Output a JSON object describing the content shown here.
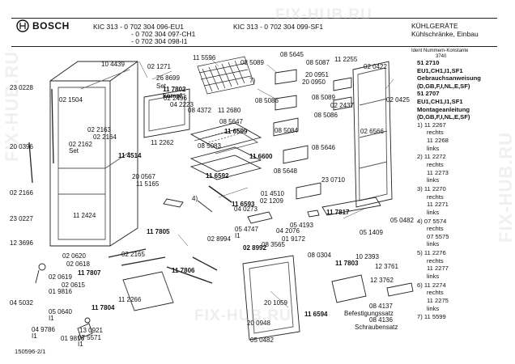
{
  "header": {
    "brand": "BOSCH",
    "model_left": "KIC 313 - 0 702 304 096-EU1",
    "model_left_2": "- 0 702 304 097-CH1",
    "model_left_3": "- 0 702 304 098-I1",
    "model_right": "KIC 313 - 0 702 304 099-SF1",
    "category": "KÜHLGERÄTE",
    "subcategory": "Kühlschränke, Einbau",
    "ident_label": "Ident Nummern-Konstante",
    "ident_value": "3740"
  },
  "watermark": "FIX-HUB.RU",
  "footer_code": "150596-2/1",
  "parts": [
    {
      "id": "p1",
      "text": "10 4439"
    },
    {
      "id": "p2",
      "text": "02 1271"
    },
    {
      "id": "p3",
      "text": "26 8699"
    },
    {
      "id": "p4",
      "text": "Set"
    },
    {
      "id": "p5",
      "text": "11 7802"
    },
    {
      "id": "p6",
      "text": "kompl."
    },
    {
      "id": "p7",
      "text": "23 0228"
    },
    {
      "id": "p8",
      "text": "02 1504"
    },
    {
      "id": "p9",
      "text": "02 2496"
    },
    {
      "id": "p10",
      "text": "04 2223"
    },
    {
      "id": "p11",
      "text": "08 4372"
    },
    {
      "id": "p12",
      "text": "02 2163"
    },
    {
      "id": "p13",
      "text": "02 2164"
    },
    {
      "id": "p14",
      "text": "11 2262"
    },
    {
      "id": "p15",
      "text": "02 2162"
    },
    {
      "id": "p16",
      "text": "Set"
    },
    {
      "id": "p17",
      "text": "20 0396"
    },
    {
      "id": "p18",
      "text": "11 4514"
    },
    {
      "id": "p19",
      "text": "20 0567"
    },
    {
      "id": "p20",
      "text": "11 5165"
    },
    {
      "id": "p21",
      "text": "02 2166"
    },
    {
      "id": "p22",
      "text": "11 2424"
    },
    {
      "id": "p23",
      "text": "23 0227"
    },
    {
      "id": "p24",
      "text": "11 7805"
    },
    {
      "id": "p25",
      "text": "12 3696"
    },
    {
      "id": "p26",
      "text": "02 2165"
    },
    {
      "id": "p27",
      "text": "02 0620"
    },
    {
      "id": "p28",
      "text": "02 0618"
    },
    {
      "id": "p29",
      "text": "02 0619"
    },
    {
      "id": "p30",
      "text": "11 7807"
    },
    {
      "id": "p31",
      "text": "02 0615"
    },
    {
      "id": "p32",
      "text": "01 9816"
    },
    {
      "id": "p33",
      "text": "04 5032"
    },
    {
      "id": "p34",
      "text": "11 2266"
    },
    {
      "id": "p35",
      "text": "11 7804"
    },
    {
      "id": "p36",
      "text": "05 0640"
    },
    {
      "id": "p37",
      "text": "I1"
    },
    {
      "id": "p38",
      "text": "04 9786"
    },
    {
      "id": "p39",
      "text": "I1"
    },
    {
      "id": "p40",
      "text": "13 0921"
    },
    {
      "id": "p41",
      "text": "01 9816"
    },
    {
      "id": "p42",
      "text": "07 5571"
    },
    {
      "id": "p43",
      "text": "I1"
    },
    {
      "id": "p44",
      "text": "11 5596"
    },
    {
      "id": "p45",
      "text": "7)"
    },
    {
      "id": "p46",
      "text": "11 2680"
    },
    {
      "id": "p47",
      "text": "08 5645"
    },
    {
      "id": "p48",
      "text": "08 5089"
    },
    {
      "id": "p49",
      "text": "08 5087"
    },
    {
      "id": "p50",
      "text": "08 5086"
    },
    {
      "id": "p51",
      "text": "08 5647"
    },
    {
      "id": "p52",
      "text": "11 6599"
    },
    {
      "id": "p53",
      "text": "08 5089"
    },
    {
      "id": "p54",
      "text": "08 5086"
    },
    {
      "id": "p55",
      "text": "08 5084"
    },
    {
      "id": "p56",
      "text": "08 5083"
    },
    {
      "id": "p57",
      "text": "08 5646"
    },
    {
      "id": "p58",
      "text": "11 6600"
    },
    {
      "id": "p59",
      "text": "11 6592"
    },
    {
      "id": "p60",
      "text": "08 5648"
    },
    {
      "id": "p61",
      "text": "23 0710"
    },
    {
      "id": "p62",
      "text": "4)"
    },
    {
      "id": "p63",
      "text": "11 6593"
    },
    {
      "id": "p64",
      "text": "01 4510"
    },
    {
      "id": "p65",
      "text": "02 1209"
    },
    {
      "id": "p66",
      "text": "04 0273"
    },
    {
      "id": "p67",
      "text": "05 4747"
    },
    {
      "id": "p68",
      "text": "I1"
    },
    {
      "id": "p69",
      "text": "04 2076"
    },
    {
      "id": "p70",
      "text": "05 4193"
    },
    {
      "id": "p71",
      "text": "11 7817"
    },
    {
      "id": "p72",
      "text": "02 8994"
    },
    {
      "id": "p73",
      "text": "01 9172"
    },
    {
      "id": "p74",
      "text": "02 8992"
    },
    {
      "id": "p75",
      "text": "08 3565"
    },
    {
      "id": "p76",
      "text": "05 0482"
    },
    {
      "id": "p77",
      "text": "05 1409"
    },
    {
      "id": "p78",
      "text": "08 0304"
    },
    {
      "id": "p79",
      "text": "11 7803"
    },
    {
      "id": "p80",
      "text": "11 7806"
    },
    {
      "id": "p81",
      "text": "20 1059"
    },
    {
      "id": "p82",
      "text": "20 0948"
    },
    {
      "id": "p83",
      "text": "11 6594"
    },
    {
      "id": "p84",
      "text": "05 0482"
    },
    {
      "id": "p85",
      "text": "11 2255"
    },
    {
      "id": "p86",
      "text": "02 0422"
    },
    {
      "id": "p87",
      "text": "20 0951"
    },
    {
      "id": "p88",
      "text": "20 0950"
    },
    {
      "id": "p89",
      "text": "02 2437"
    },
    {
      "id": "p90",
      "text": "02 0425"
    },
    {
      "id": "p91",
      "text": "02 6566"
    },
    {
      "id": "p92",
      "text": "10 2393"
    },
    {
      "id": "p93",
      "text": "12 3761"
    },
    {
      "id": "p94",
      "text": "12 3762"
    },
    {
      "id": "p95",
      "text": "08 4137"
    },
    {
      "id": "p96",
      "text": "Befestigungssatz"
    },
    {
      "id": "p97",
      "text": "08 4136"
    },
    {
      "id": "p98",
      "text": "Schraubensatz"
    }
  ],
  "sidebar": [
    {
      "text": "51 2710",
      "bold": true
    },
    {
      "text": "EU1,CH1,I1,SF1",
      "bold": true
    },
    {
      "text": "Gebrauchsanweisung",
      "bold": true
    },
    {
      "text": "(D,GB,F,I,NL,E,SF)",
      "bold": true
    },
    {
      "text": "51 2707",
      "bold": true
    },
    {
      "text": "EU1,CH1,I1,SF1",
      "bold": true
    },
    {
      "text": "Montageanleitung",
      "bold": true
    },
    {
      "text": "(D,GB,F,I,NL,E,SF)",
      "bold": true
    },
    {
      "text": "1) 11 2267",
      "bold": false
    },
    {
      "text": "rechts",
      "bold": false
    },
    {
      "text": "11 2268",
      "bold": false
    },
    {
      "text": "links",
      "bold": false
    },
    {
      "text": "2) 11 2272",
      "bold": false
    },
    {
      "text": "rechts",
      "bold": false
    },
    {
      "text": "11 2273",
      "bold": false
    },
    {
      "text": "links",
      "bold": false
    },
    {
      "text": "3) 11 2270",
      "bold": false
    },
    {
      "text": "rechts",
      "bold": false
    },
    {
      "text": "11 2271",
      "bold": false
    },
    {
      "text": "links",
      "bold": false
    },
    {
      "text": "4) 07 5574",
      "bold": false
    },
    {
      "text": "rechts",
      "bold": false
    },
    {
      "text": "07 5575",
      "bold": false
    },
    {
      "text": "links",
      "bold": false
    },
    {
      "text": "5) 11 2276",
      "bold": false
    },
    {
      "text": "rechts",
      "bold": false
    },
    {
      "text": "11 2277",
      "bold": false
    },
    {
      "text": "links",
      "bold": false
    },
    {
      "text": "6) 11 2274",
      "bold": false
    },
    {
      "text": "rechts",
      "bold": false
    },
    {
      "text": "11 2275",
      "bold": false
    },
    {
      "text": "links",
      "bold": false
    },
    {
      "text": "7) 11 5599",
      "bold": false
    }
  ]
}
